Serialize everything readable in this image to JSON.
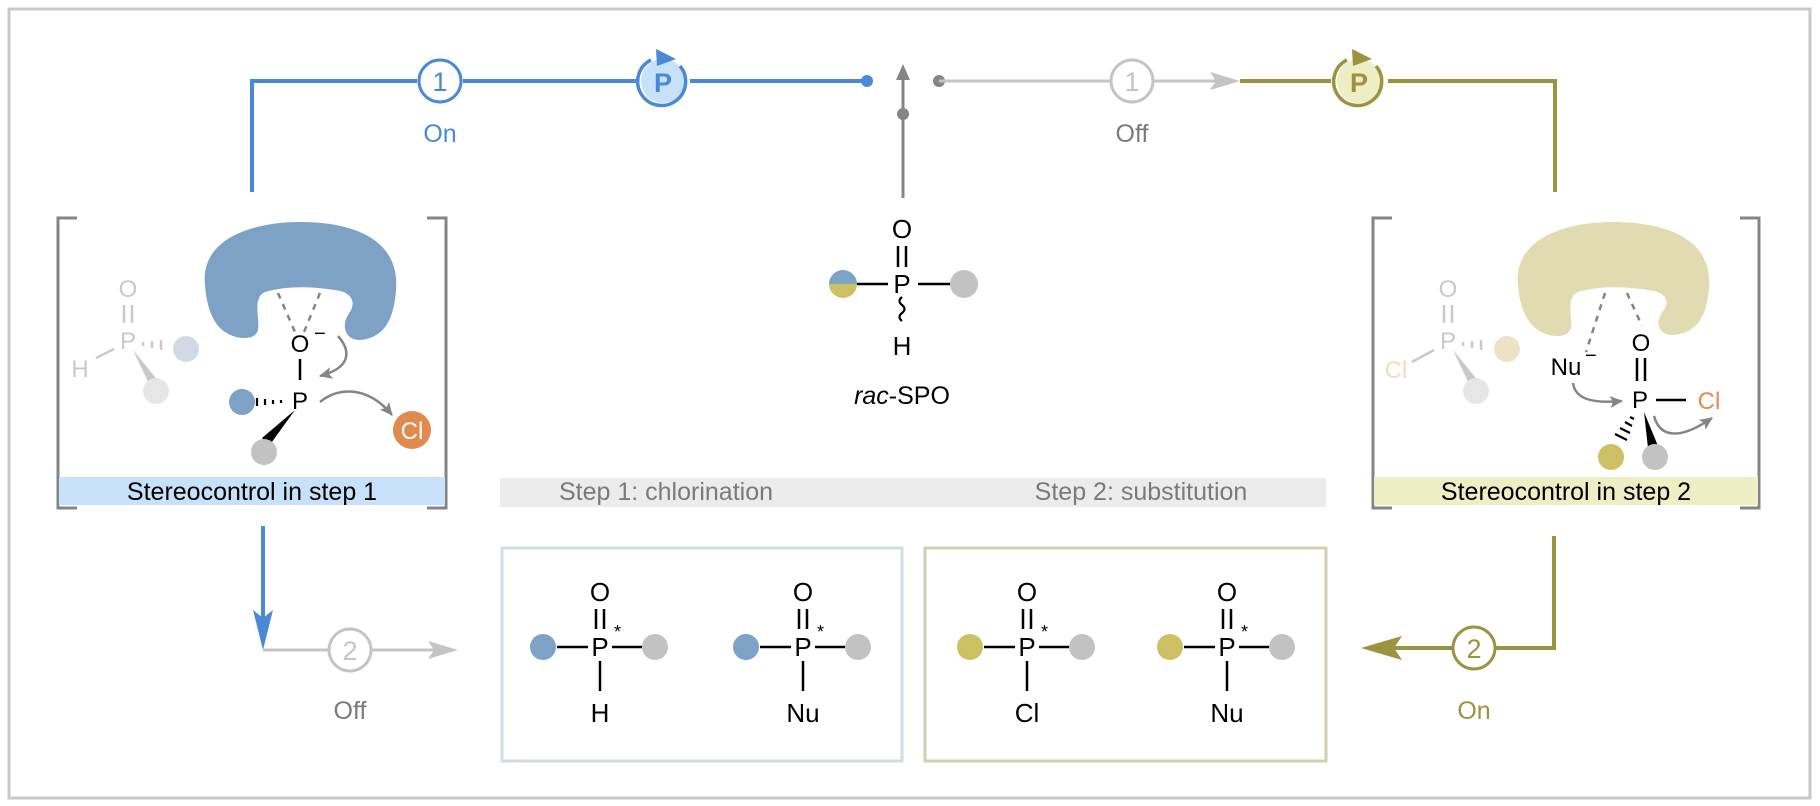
{
  "colors": {
    "blue": "#4a89d4",
    "blue_fill": "#7ea1c6",
    "blue_light": "#c8e1fa",
    "blue_pale": "#cfdae5",
    "olive": "#9b9340",
    "olive_fill": "#e0dbb1",
    "olive_light": "#eeeec4",
    "yellow_ball": "#cdc063",
    "beige_ball": "#ede2c6",
    "gray_ball": "#c2c2c2",
    "gray_ball_light": "#e6e6e6",
    "gray_line": "#c4c4c4",
    "gray_dark": "#858585",
    "gray_text": "#7a7a7a",
    "orange": "#e08a4e",
    "orange_light": "#fcd7b8",
    "black": "#000000",
    "frame": "#c8c8c8",
    "banner": "#ececec",
    "box1_border": "#cfdde8",
    "box2_border": "#d0cfb0"
  },
  "top_flow": {
    "step1_on": {
      "number": "1",
      "label": "On"
    },
    "step1_off": {
      "number": "1",
      "label": "Off"
    },
    "catalyst_left": "P",
    "catalyst_right": "P"
  },
  "bottom_flow": {
    "step2_off": {
      "number": "2",
      "label": "Off"
    },
    "step2_on": {
      "number": "2",
      "label": "On"
    }
  },
  "center": {
    "name_italic": "rac",
    "name_rest": "-SPO",
    "atoms": {
      "O": "O",
      "P": "P",
      "H": "H"
    }
  },
  "left_panel": {
    "title": "Stereocontrol in step 1",
    "faded": {
      "O": "O",
      "P": "P",
      "H": "H"
    },
    "active": {
      "O": "O",
      "charge": "−",
      "P": "P",
      "Cl": "Cl"
    }
  },
  "right_panel": {
    "title": "Stereocontrol in step 2",
    "faded": {
      "O": "O",
      "P": "P",
      "Cl": "Cl"
    },
    "active": {
      "Nu": "Nu",
      "charge": "−",
      "O": "O",
      "P": "P",
      "Cl": "Cl"
    }
  },
  "steps": {
    "step1": "Step 1: chlorination",
    "step2": "Step 2: substitution"
  },
  "products": [
    {
      "top": "O",
      "center": "P",
      "star": "*",
      "bottom": "H",
      "left_color": "blue"
    },
    {
      "top": "O",
      "center": "P",
      "star": "*",
      "bottom": "Nu",
      "left_color": "blue"
    },
    {
      "top": "O",
      "center": "P",
      "star": "*",
      "bottom": "Cl",
      "left_color": "yellow"
    },
    {
      "top": "O",
      "center": "P",
      "star": "*",
      "bottom": "Nu",
      "left_color": "yellow"
    }
  ]
}
